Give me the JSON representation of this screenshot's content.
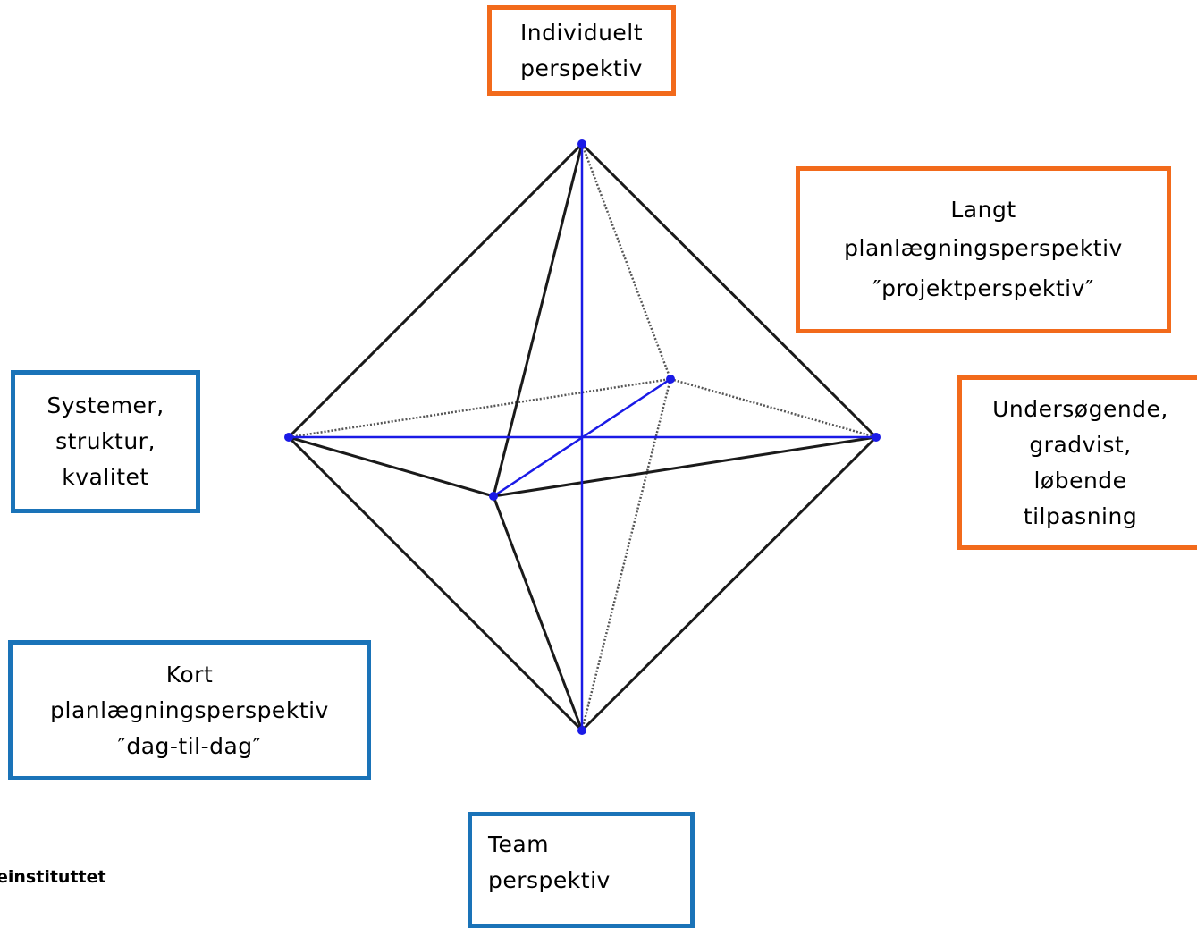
{
  "boxes": {
    "individuelt": {
      "lines": [
        "Individuelt",
        "perspektiv"
      ],
      "color": "#f26a1b"
    },
    "langt": {
      "lines": [
        "Langt",
        "planlægningsperspektiv",
        "″projektperspektiv″"
      ],
      "color": "#f26a1b"
    },
    "undersogende": {
      "lines": [
        "Undersøgende,",
        "gradvist,",
        "løbende",
        "tilpasning"
      ],
      "color": "#f26a1b"
    },
    "systemer": {
      "lines": [
        "Systemer,",
        "struktur,",
        "kvalitet"
      ],
      "color": "#1a73b8"
    },
    "kort": {
      "lines": [
        "Kort",
        "planlægningsperspektiv",
        "″dag-til-dag″"
      ],
      "color": "#1a73b8"
    },
    "team": {
      "lines": [
        "Team",
        "perspektiv"
      ],
      "color": "#1a73b8"
    }
  },
  "footer": {
    "text": "einstituttet"
  },
  "colors": {
    "axis": "#1a1ae6",
    "edge": "#1a1a1a",
    "hidden_edge": "#555555",
    "orange_border": "#f26a1b",
    "blue_border": "#1a73b8"
  }
}
